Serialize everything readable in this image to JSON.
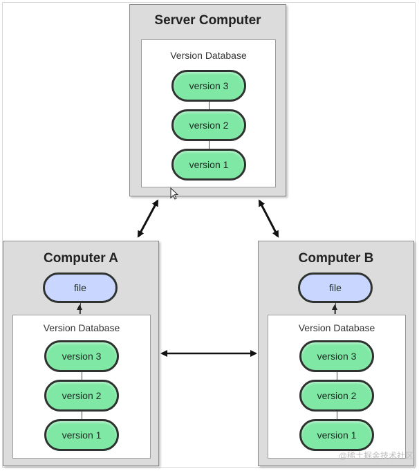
{
  "server": {
    "title": "Server Computer",
    "db_label": "Version Database",
    "versions": [
      "version 3",
      "version 2",
      "version 1"
    ]
  },
  "computer_a": {
    "title": "Computer A",
    "file_label": "file",
    "db_label": "Version Database",
    "versions": [
      "version 3",
      "version 2",
      "version 1"
    ]
  },
  "computer_b": {
    "title": "Computer B",
    "file_label": "file",
    "db_label": "Version Database",
    "versions": [
      "version 3",
      "version 2",
      "version 1"
    ]
  },
  "watermark": "@稀土掘金技术社区",
  "colors": {
    "computer_bg": "#dcdcdc",
    "version_fill": "#7ee8a4",
    "file_fill": "#c9d6ff",
    "arrow": "#111111"
  },
  "icons": [
    "cursor-icon"
  ]
}
